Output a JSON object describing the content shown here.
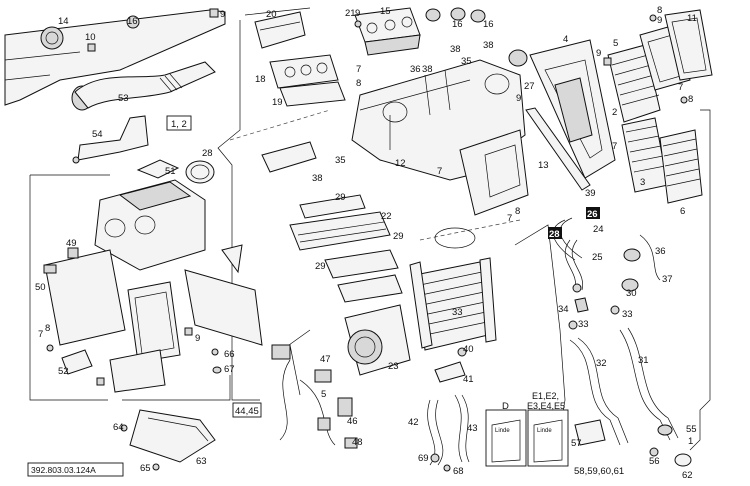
{
  "drawing_number": "392.803.03.124A",
  "ref_boxes": {
    "view_ref": "1, 2",
    "harness_ref": "44,45",
    "kit_d": "D",
    "kit_e": "E1,E2,\nE3,E4,E5",
    "kit_parts": "58,59,60,61"
  },
  "labels": {
    "l14": "14",
    "l16a": "16",
    "l9a": "9",
    "l10": "10",
    "l20": "20",
    "l21": "21",
    "l9b": "9",
    "l15": "15",
    "l16b": "16",
    "l16c": "16",
    "l8a": "8",
    "l9c": "9",
    "l11": "11",
    "l38a": "38",
    "l4": "4",
    "l5": "5",
    "l9d": "9",
    "l38b": "38",
    "l18": "18",
    "l7a": "7",
    "l8b": "8",
    "l36": "36",
    "l38c": "38",
    "l35a": "35",
    "l27": "27",
    "l7b": "7",
    "l8c": "8",
    "l19": "19",
    "l9e": "9",
    "l53": "53",
    "l2": "2",
    "l7c": "7",
    "l12": "12",
    "l54": "54",
    "l28": "28",
    "l35b": "35",
    "l38d": "38",
    "l13": "13",
    "l3": "3",
    "l51": "51",
    "l7d": "7",
    "l39": "39",
    "l29a": "29",
    "l6": "6",
    "l22": "22",
    "l8d": "8",
    "l7e": "7",
    "l49": "49",
    "l26": "26",
    "l24": "24",
    "l28b": "28",
    "l29b": "29",
    "l36b": "36",
    "l25": "25",
    "l29c": "29",
    "l50": "50",
    "l37": "37",
    "l30": "30",
    "l34": "34",
    "l33a": "33",
    "l7f": "7",
    "l8e": "8",
    "l9f": "9",
    "l33b": "33",
    "l33c": "33",
    "l40": "40",
    "l66": "66",
    "l47": "47",
    "l32": "32",
    "l31": "31",
    "l23": "23",
    "l52": "52",
    "l67": "67",
    "l41": "41",
    "l5b": "5",
    "l46": "46",
    "l42": "42",
    "l43": "43",
    "l64": "64",
    "l55": "55",
    "l57": "57",
    "l48": "48",
    "l1": "1",
    "l56": "56",
    "l69": "69",
    "l63": "63",
    "l65": "65",
    "l68": "68",
    "l62": "62"
  }
}
